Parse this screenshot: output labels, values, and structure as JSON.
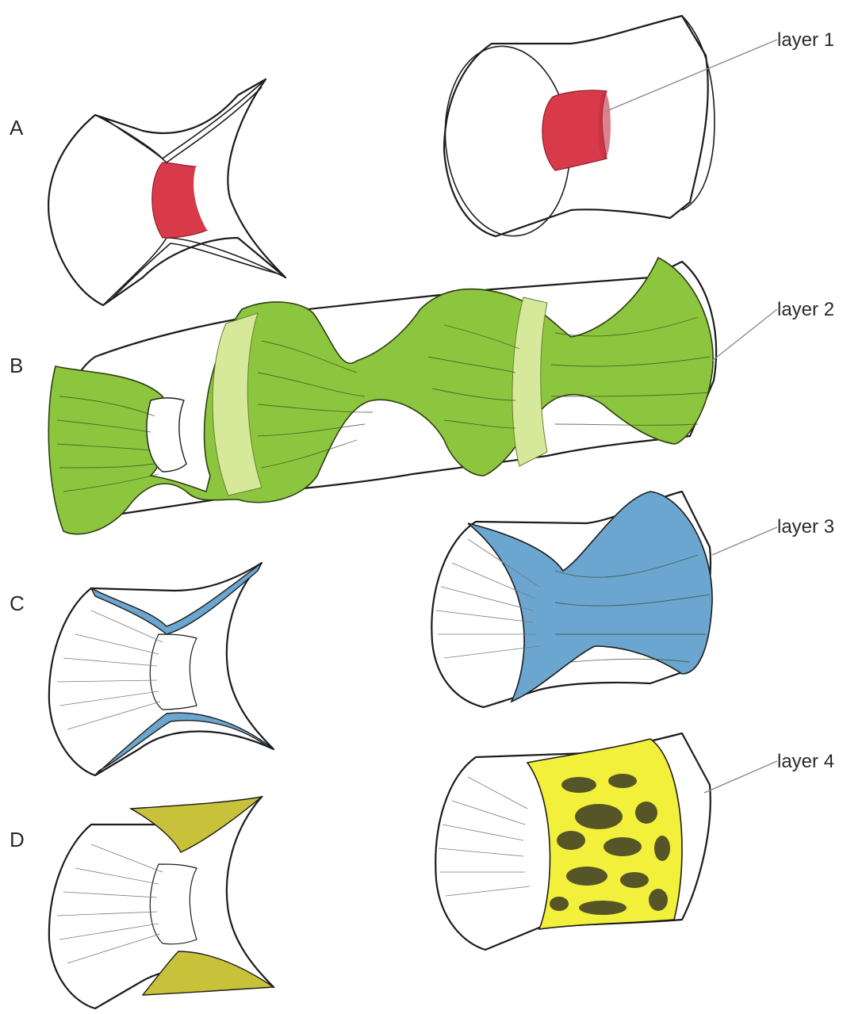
{
  "panels": {
    "A": "A",
    "B": "B",
    "C": "C",
    "D": "D"
  },
  "layers": {
    "layer1": "layer 1",
    "layer2": "layer 2",
    "layer3": "layer 3",
    "layer4": "layer 4"
  },
  "colors": {
    "layer1": "#d93a4a",
    "layer2": "#8cc63e",
    "layer2_band": "#d6e99a",
    "layer3": "#6aa6cf",
    "layer4": "#f2f03a",
    "layer4_pores": "#3b3a25"
  }
}
